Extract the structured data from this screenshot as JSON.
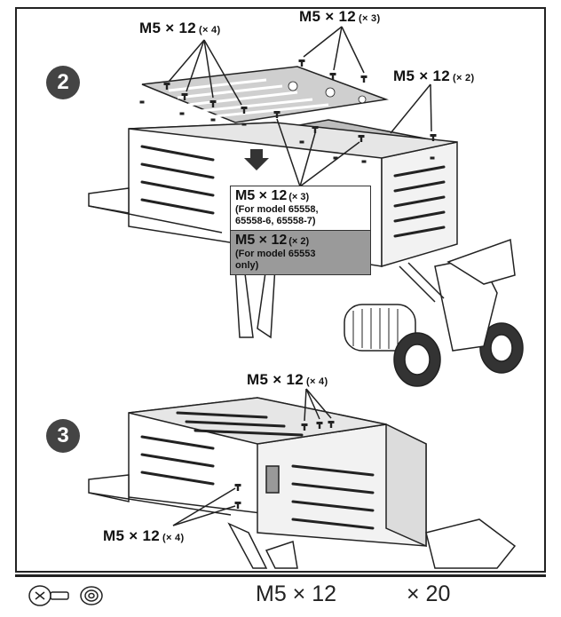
{
  "labels": {
    "top_left": {
      "size": "M5 × 12",
      "qty": "(× 4)"
    },
    "top_center": {
      "size": "M5 × 12",
      "qty": "(× 3)"
    },
    "top_right": {
      "size": "M5 × 12",
      "qty": "(× 2)"
    },
    "step3_top": {
      "size": "M5 × 12",
      "qty": "(× 4)"
    },
    "step3_left": {
      "size": "M5 × 12",
      "qty": "(× 4)"
    }
  },
  "steps": {
    "step2": "2",
    "step3": "3"
  },
  "callout": {
    "row1": {
      "size": "M5 × 12",
      "qty": "(× 3)",
      "note": "(For model 65558,\n65558-6, 65558-7)"
    },
    "row2": {
      "size": "M5 × 12",
      "qty": "(× 2)",
      "note": "(For model 65553\nonly)"
    }
  },
  "footer": {
    "bolt": "M5 × 12",
    "count": "× 20"
  },
  "icons": [
    "screw-icon",
    "washer-icon"
  ]
}
